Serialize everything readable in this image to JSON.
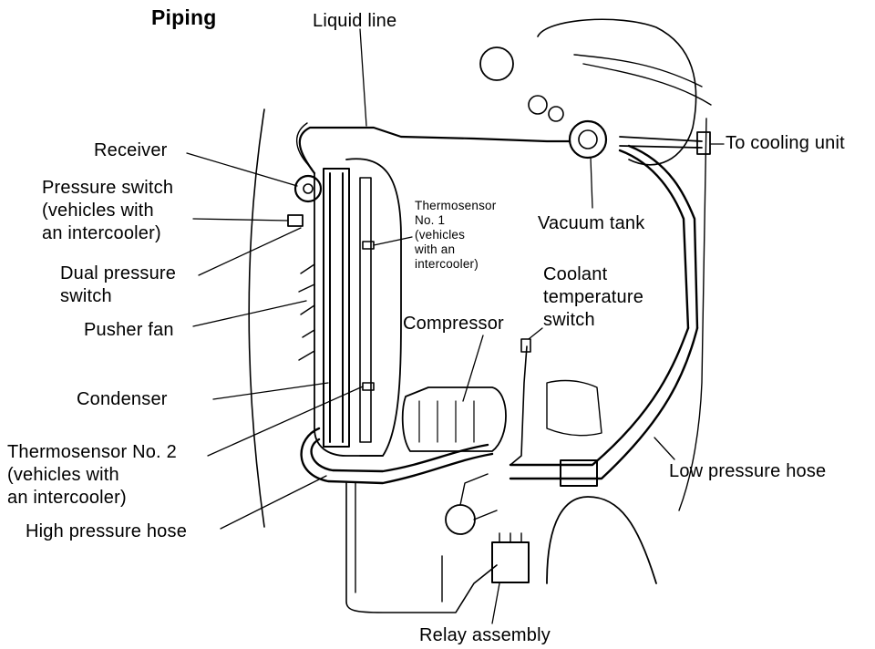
{
  "title": "Piping",
  "labels": {
    "liquid_line": "Liquid line",
    "receiver": "Receiver",
    "pressure_switch": [
      "Pressure switch",
      "(vehicles with",
      "an intercooler)"
    ],
    "dual_pressure_switch": [
      "Dual pressure",
      "switch"
    ],
    "pusher_fan": "Pusher fan",
    "condenser": "Condenser",
    "thermosensor_2": [
      "Thermosensor No. 2",
      "(vehicles with",
      "an intercooler)"
    ],
    "high_pressure_hose": "High pressure hose",
    "thermosensor_1": [
      "Thermosensor",
      "No. 1",
      "(vehicles",
      "with an",
      "intercooler)"
    ],
    "to_cooling_unit": "To cooling unit",
    "vacuum_tank": "Vacuum tank",
    "coolant_temperature_switch": [
      "Coolant",
      "temperature",
      "switch"
    ],
    "compressor": "Compressor",
    "low_pressure_hose": "Low pressure hose",
    "relay_assembly": "Relay assembly"
  }
}
